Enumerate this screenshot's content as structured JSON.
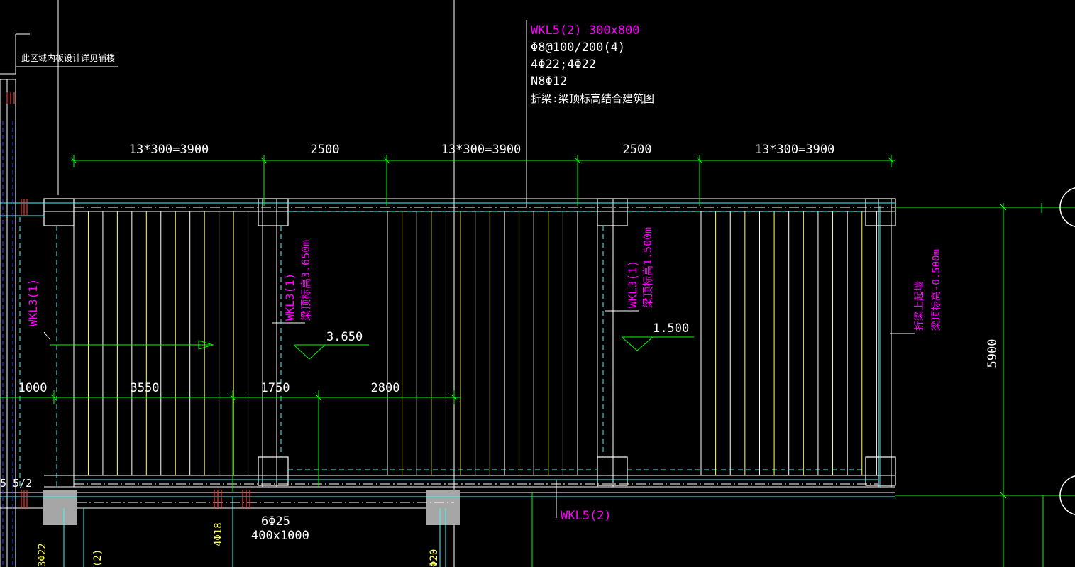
{
  "colors": {
    "background": "#000000",
    "dim": "#00ff00",
    "text": "#ffffff",
    "label": "#ff00ff",
    "beam": "#33ffff",
    "slab": "#ffff66",
    "red": "#ff3333",
    "blue": "#3333ff",
    "column_fill": "#a6a6a6"
  },
  "note": {
    "text": "此区域内板设计详见辅楼"
  },
  "main_beam": {
    "name": "WKL5(2) 300x800",
    "stirrup": "Φ8@100/200(4)",
    "rebar": "4Φ22;4Φ22",
    "side": "N8Φ12",
    "remark": "折梁:梁顶标高结合建筑图"
  },
  "top_dims": [
    "13*300=3900",
    "2500",
    "13*300=3900",
    "2500",
    "13*300=3900"
  ],
  "mid_dims": [
    "1000",
    "3550",
    "1750",
    "2800"
  ],
  "right_dim": "5900",
  "beams": {
    "wkl3_left": "WKL3(1)",
    "wkl3_a": "WKL3(1)",
    "wkl3_a_elev": "梁顶标高3.650m",
    "wkl3_b": "WKL3(1)",
    "wkl3_b_elev": "梁顶标高1.500m",
    "wkl5_bottom": "WKL5(2)",
    "right_note_1": "折梁上起墙",
    "right_note_2": "梁顶标高-0.500m"
  },
  "elevations": {
    "e1": "3.650",
    "e2": "1.500"
  },
  "bottom": {
    "bar": "6Φ25",
    "size": "400x1000",
    "left_edge": "5 5/2",
    "v1": "4Φ18",
    "v2": "3Φ22",
    "v3": "(2)",
    "v4": "Φ20"
  }
}
